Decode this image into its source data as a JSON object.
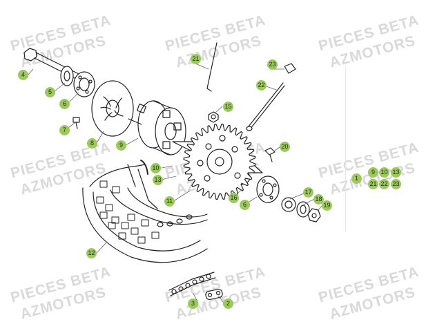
{
  "watermark": {
    "line1": "PIECES BETA",
    "line2": "AZMOTORS"
  },
  "callouts": [
    "4",
    "5",
    "6",
    "7",
    "8",
    "9",
    "21",
    "23",
    "22",
    "15",
    "20",
    "10",
    "13",
    "11",
    "16",
    "6",
    "17",
    "18",
    "19",
    "12",
    "3",
    "2"
  ],
  "kit": {
    "main": "1",
    "row1": [
      "9",
      "10",
      "13"
    ],
    "row2": [
      "21",
      "22",
      "23"
    ]
  },
  "colors": {
    "callout_fill": "#9bc95c",
    "watermark": "#d9d9d9",
    "line_art": "#222222"
  }
}
